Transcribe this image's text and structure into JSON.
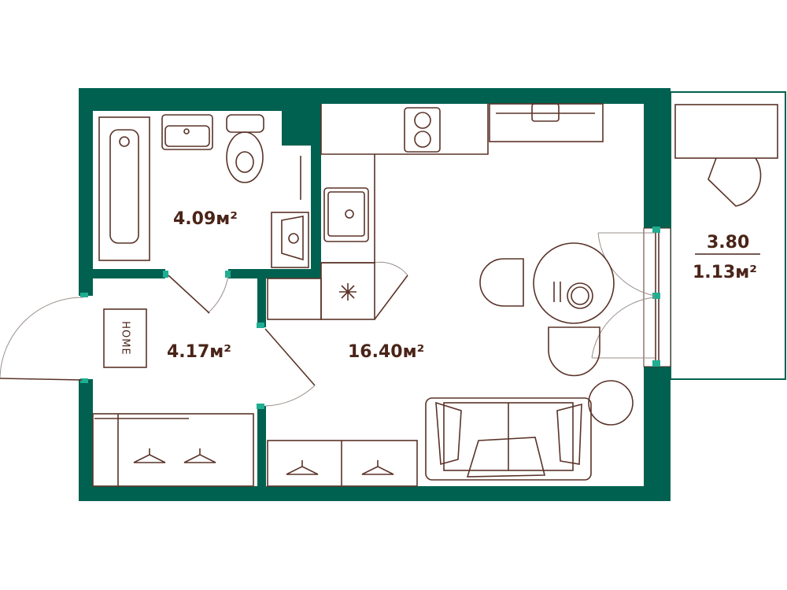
{
  "rooms": {
    "bathroom": {
      "area": "4.09м²"
    },
    "hallway": {
      "area": "4.17м²"
    },
    "living_room": {
      "area": "16.40м²"
    },
    "balcony": {
      "area_full": "3.80",
      "area_reduced": "1.13м²"
    }
  },
  "doormat": {
    "text": "HOME"
  },
  "colors": {
    "wall": "#006150",
    "line": "#5a3328",
    "text": "#4a2418",
    "accent": "#1fae92"
  }
}
